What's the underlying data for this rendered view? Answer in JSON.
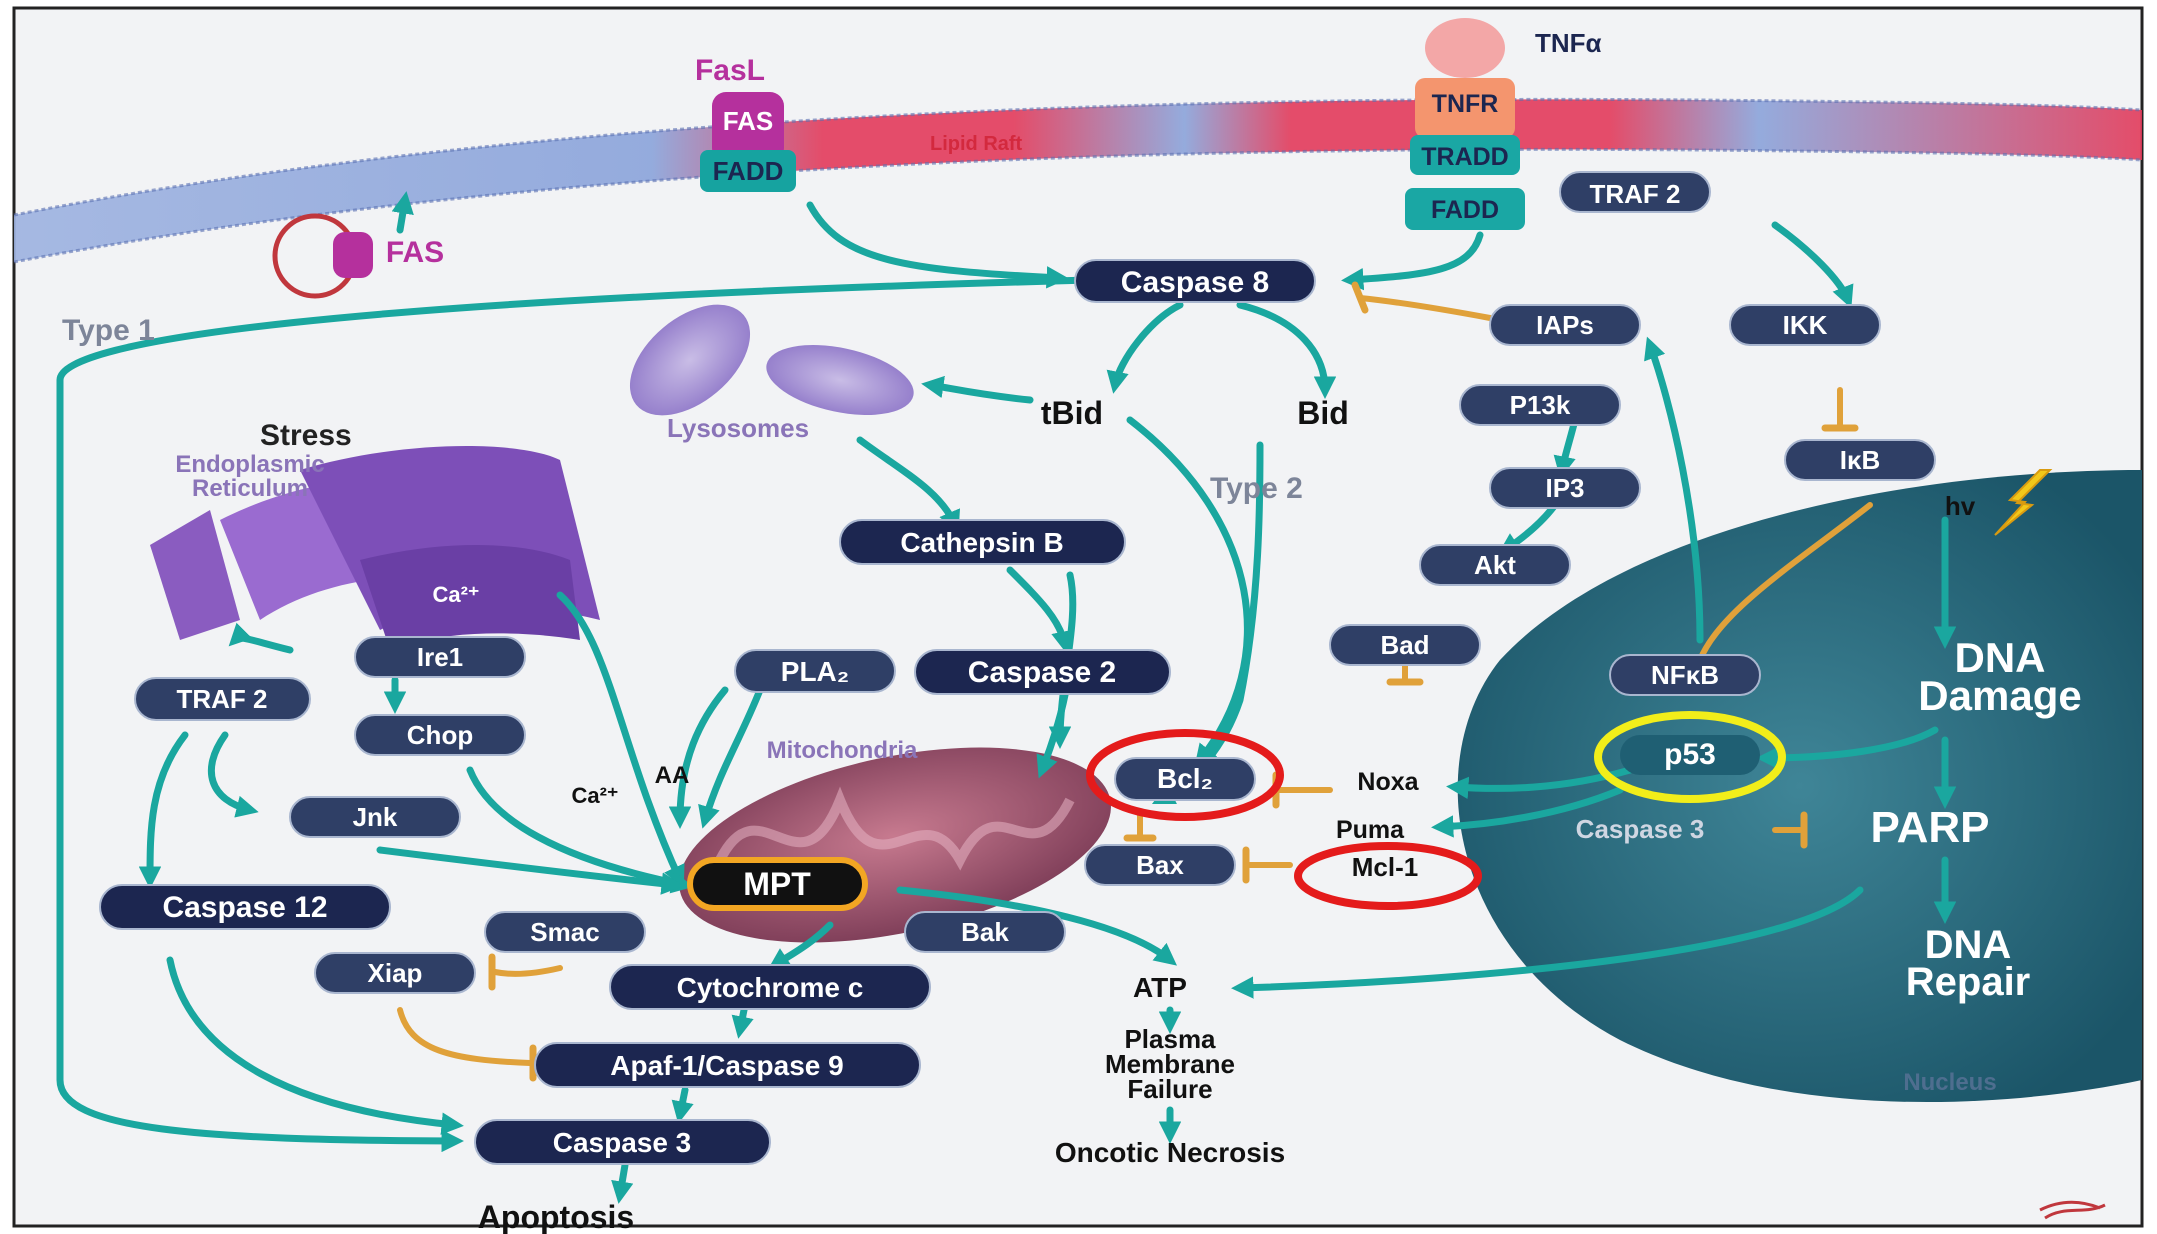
{
  "membrane": {
    "fasl": "FasL",
    "fas_receptor": "FAS",
    "fadd_left": "FADD",
    "lipid_raft": "Lipid Raft",
    "tnf": "TNFα",
    "tnfr": "TNFR",
    "tradd": "TRADD",
    "fadd_right": "FADD",
    "fas_free": "FAS"
  },
  "labels": {
    "type1": "Type 1",
    "type2": "Type 2",
    "stress": "Stress",
    "er_line1": "Endoplasmic",
    "er_line2": "Reticulum",
    "lysosomes": "Lysosomes",
    "mitochondria": "Mitochondria",
    "ca_er": "Ca²⁺",
    "ca_mito": "Ca²⁺",
    "aa": "AA",
    "tbid": "tBid",
    "bid": "Bid",
    "noxa": "Noxa",
    "puma": "Puma",
    "hv": "hv",
    "dna_damage_1": "DNA",
    "dna_damage_2": "Damage",
    "parp": "PARP",
    "dna_repair_1": "DNA",
    "dna_repair_2": "Repair",
    "nucleus": "Nucleus",
    "caspase3_nuc": "Caspase 3",
    "atp": "ATP",
    "plasma_1": "Plasma",
    "plasma_2": "Membrane",
    "plasma_3": "Failure",
    "oncotic": "Oncotic Necrosis",
    "apoptosis": "Apoptosis"
  },
  "nodes": {
    "caspase8": "Caspase 8",
    "traf2_top": "TRAF 2",
    "iaps": "IAPs",
    "ikk": "IKK",
    "pi3k": "P13k",
    "ip3": "IP3",
    "ikb": "IκB",
    "akt": "Akt",
    "bad": "Bad",
    "nfkb": "NFκB",
    "p53": "p53",
    "cathepsin_b": "Cathepsin B",
    "pla2": "PLA₂",
    "caspase2": "Caspase 2",
    "ire1": "Ire1",
    "traf2_left": "TRAF 2",
    "chop": "Chop",
    "jnk": "Jnk",
    "caspase12": "Caspase 12",
    "mpt": "MPT",
    "bcl2": "Bcl₂",
    "bax": "Bax",
    "mcl1": "Mcl-1",
    "smac": "Smac",
    "bak": "Bak",
    "xiap": "Xiap",
    "cytochrome_c": "Cytochrome c",
    "apaf1": "Apaf-1/Caspase 9",
    "caspase3": "Caspase 3"
  },
  "highlights": {
    "red": "#e41b1b",
    "yellow": "#f2ee1a"
  },
  "colors": {
    "node_fill": "#2f3f66",
    "arrow": "#1aa79f",
    "inhibition": "#e0a13a",
    "nucleus": "#1f5f73",
    "membrane_red": "#e23a5a",
    "membrane_blue": "#7f9cd6",
    "fas_purple": "#b5309d"
  }
}
